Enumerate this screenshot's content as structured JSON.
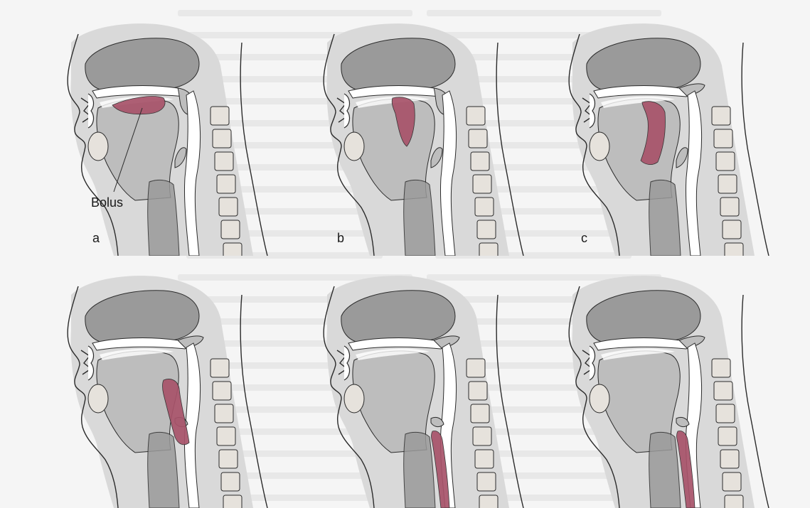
{
  "colors": {
    "paper": "#f5f5f5",
    "tissue_dark": "#9a9a9a",
    "tissue_mid": "#bdbdbd",
    "tissue_light": "#d9d9d9",
    "outline": "#2b2b2b",
    "bolus": "#a8536a",
    "bone": "#e6e2dc"
  },
  "labels": {
    "bolus": "Bolus"
  },
  "panels": [
    {
      "letter": "a",
      "stage": "oral-transport",
      "bolus_icon": "bolus-on-tongue"
    },
    {
      "letter": "b",
      "stage": "bolus-at-palate",
      "bolus_icon": "bolus-at-palate"
    },
    {
      "letter": "c",
      "stage": "bolus-in-pharynx",
      "bolus_icon": "bolus-in-pharynx"
    },
    {
      "letter": "",
      "stage": "bolus-at-epiglottis",
      "bolus_icon": "bolus-at-epiglottis"
    },
    {
      "letter": "",
      "stage": "bolus-in-esophagus-upper",
      "bolus_icon": "bolus-in-esophagus"
    },
    {
      "letter": "",
      "stage": "bolus-in-esophagus-lower",
      "bolus_icon": "bolus-in-esophagus"
    }
  ]
}
